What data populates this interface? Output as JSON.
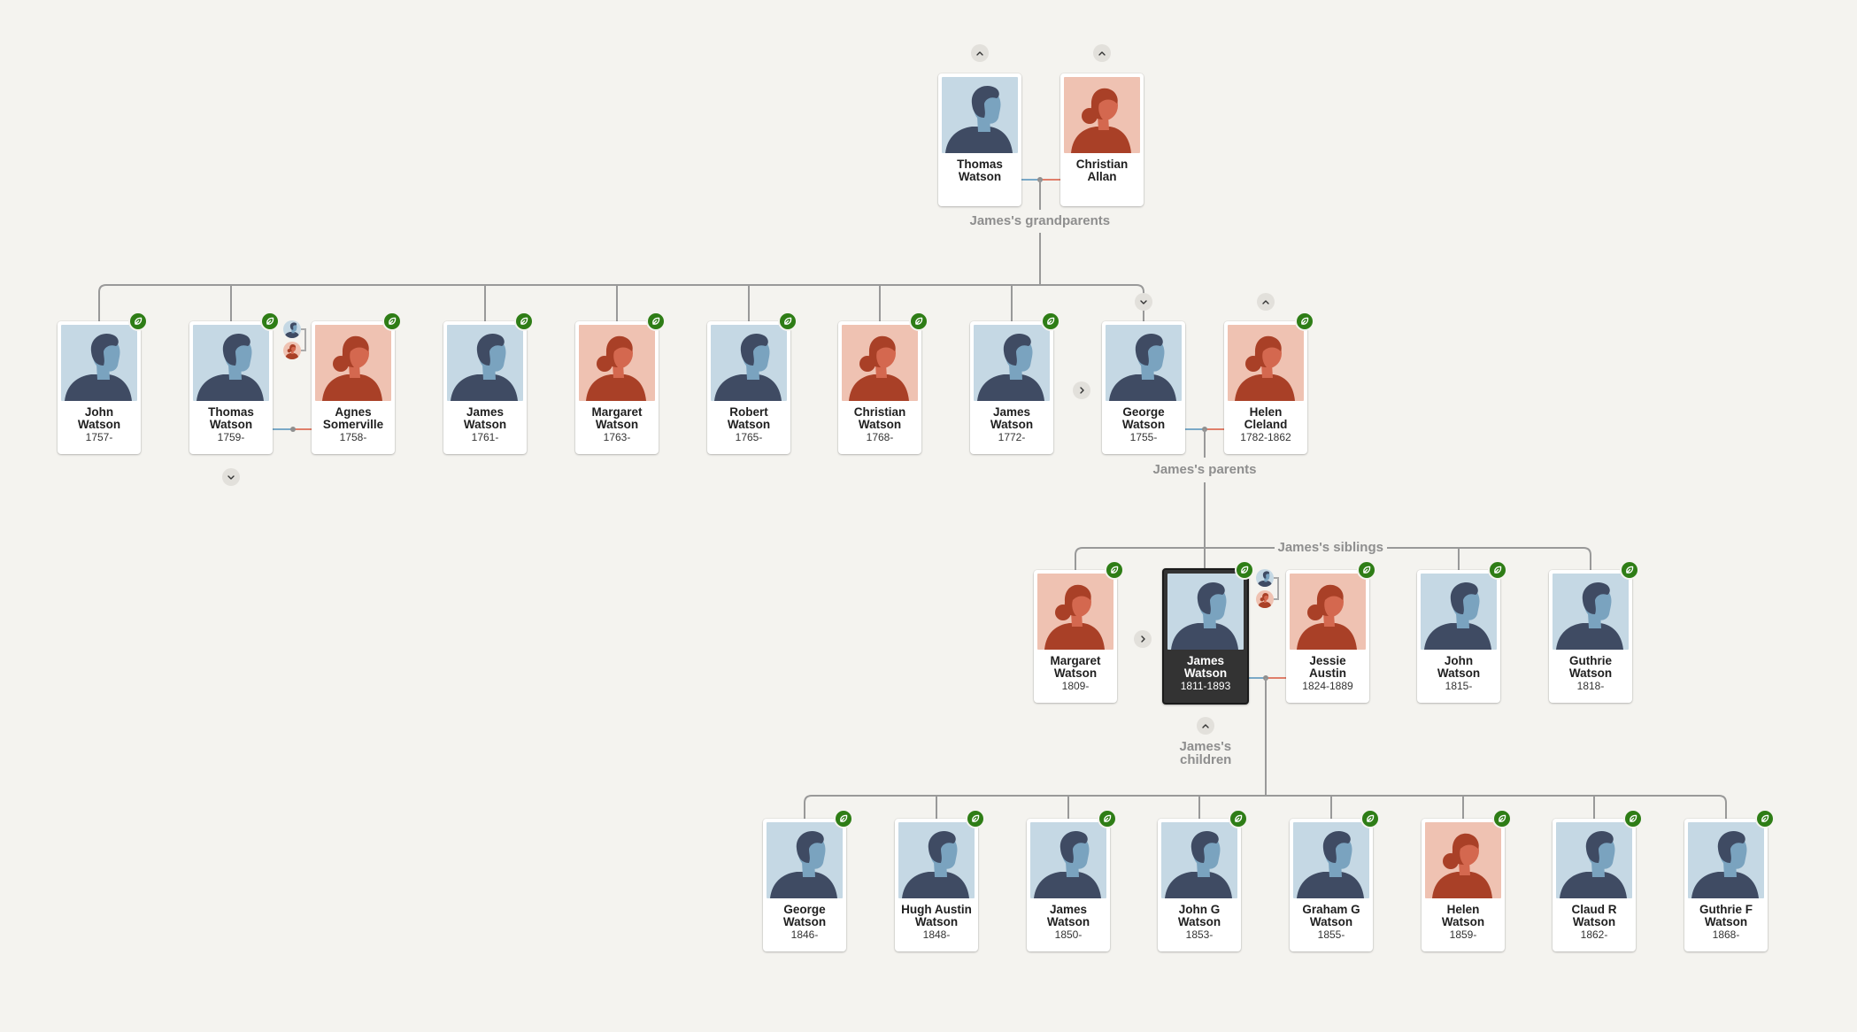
{
  "colors": {
    "background": "#f4f3ef",
    "male_bg": "#c5d8e4",
    "female_bg": "#efc2b2",
    "hint_green": "#2e7d16",
    "line_gray": "#999999",
    "line_male": "#7aa9c7",
    "line_female": "#e07e6a",
    "focus_dark": "#333333"
  },
  "labels": {
    "grandparents": "James's grandparents",
    "parents": "James's parents",
    "siblings": "James's siblings",
    "children_1": "James's",
    "children_2": "children"
  },
  "grandparents": [
    {
      "id": "g-thomas",
      "first": "Thomas",
      "last": "Watson",
      "years": "",
      "gender": "male"
    },
    {
      "id": "g-christian",
      "first": "Christian",
      "last": "Allan",
      "years": "",
      "gender": "female"
    }
  ],
  "parents_generation": [
    {
      "id": "p-john",
      "first": "John",
      "last": "Watson",
      "years": "1757-",
      "gender": "male"
    },
    {
      "id": "p-thomas",
      "first": "Thomas",
      "last": "Watson",
      "years": "1759-",
      "gender": "male"
    },
    {
      "id": "p-agnes",
      "first": "Agnes",
      "last": "Somerville",
      "years": "1758-",
      "gender": "female"
    },
    {
      "id": "p-james",
      "first": "James",
      "last": "Watson",
      "years": "1761-",
      "gender": "male"
    },
    {
      "id": "p-margaret",
      "first": "Margaret",
      "last": "Watson",
      "years": "1763-",
      "gender": "female"
    },
    {
      "id": "p-robert",
      "first": "Robert",
      "last": "Watson",
      "years": "1765-",
      "gender": "male"
    },
    {
      "id": "p-christian",
      "first": "Christian",
      "last": "Watson",
      "years": "1768-",
      "gender": "female"
    },
    {
      "id": "p-james2",
      "first": "James",
      "last": "Watson",
      "years": "1772-",
      "gender": "male"
    },
    {
      "id": "p-george",
      "first": "George",
      "last": "Watson",
      "years": "1755-",
      "gender": "male"
    },
    {
      "id": "p-helen",
      "first": "Helen",
      "last": "Cleland",
      "years": "1782-1862",
      "gender": "female"
    }
  ],
  "siblings_generation": [
    {
      "id": "s-margaret",
      "first": "Margaret",
      "last": "Watson",
      "years": "1809-",
      "gender": "female"
    },
    {
      "id": "s-james",
      "first": "James",
      "last": "Watson",
      "years": "1811-1893",
      "gender": "male",
      "focus": true
    },
    {
      "id": "s-jessie",
      "first": "Jessie",
      "last": "Austin",
      "years": "1824-1889",
      "gender": "female"
    },
    {
      "id": "s-john",
      "first": "John",
      "last": "Watson",
      "years": "1815-",
      "gender": "male"
    },
    {
      "id": "s-guthrie",
      "first": "Guthrie",
      "last": "Watson",
      "years": "1818-",
      "gender": "male"
    }
  ],
  "children_generation": [
    {
      "id": "c-george",
      "first": "George",
      "last": "Watson",
      "years": "1846-",
      "gender": "male"
    },
    {
      "id": "c-hugh",
      "first": "Hugh Austin",
      "last": "Watson",
      "years": "1848-",
      "gender": "male"
    },
    {
      "id": "c-james",
      "first": "James",
      "last": "Watson",
      "years": "1850-",
      "gender": "male"
    },
    {
      "id": "c-john",
      "first": "John G",
      "last": "Watson",
      "years": "1853-",
      "gender": "male"
    },
    {
      "id": "c-graham",
      "first": "Graham G",
      "last": "Watson",
      "years": "1855-",
      "gender": "male"
    },
    {
      "id": "c-helen",
      "first": "Helen",
      "last": "Watson",
      "years": "1859-",
      "gender": "female"
    },
    {
      "id": "c-claud",
      "first": "Claud R",
      "last": "Watson",
      "years": "1862-",
      "gender": "male"
    },
    {
      "id": "c-guthrie",
      "first": "Guthrie F",
      "last": "Watson",
      "years": "1868-",
      "gender": "male"
    }
  ],
  "icons": {
    "hint": "record-hint-leaf-icon",
    "expand_up": "chevron-up-icon",
    "expand_down": "chevron-down-icon",
    "expand_right": "chevron-right-icon",
    "spouse_switch": "switch-spouse-icon"
  }
}
